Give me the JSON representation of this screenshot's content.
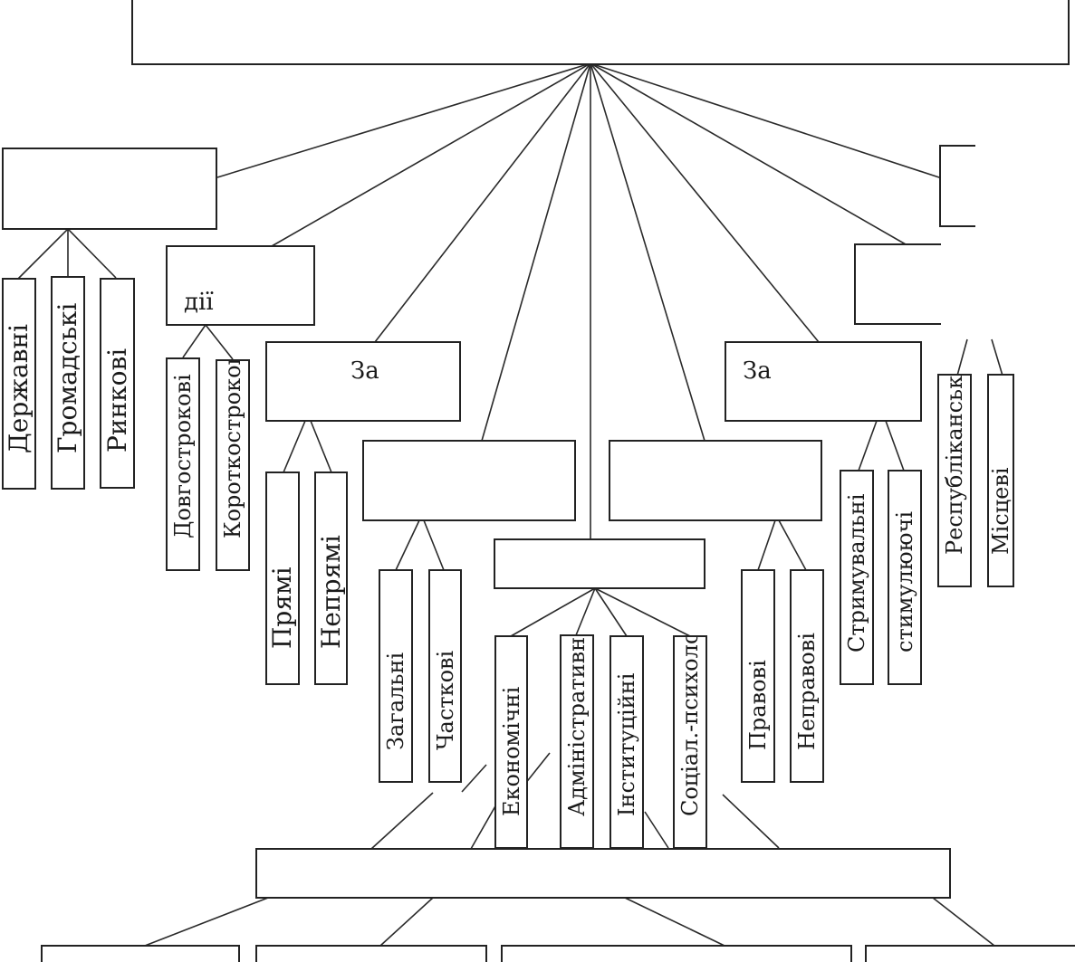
{
  "categories": {
    "action_duration": {
      "tail": "дії"
    },
    "direct_effect": {
      "head": "За"
    },
    "stimulus_effect": {
      "head": "За"
    }
  },
  "leaves": {
    "state": "Державні",
    "public": "Громадські",
    "market": "Ринкові",
    "long_term": "Довгострокові",
    "short_term": "Короткострокові",
    "direct": "Прямі",
    "indirect": "Непрямі",
    "general": "Загальні",
    "partial": "Часткові",
    "economic": "Економічні",
    "administrative": "Адміністративні",
    "institutional": "Інституційні",
    "socio_psych": "Соціал.-психолог.",
    "legal": "Правові",
    "non_legal": "Неправові",
    "restraining": "Стримувальні",
    "stimulating": "стимулюючі",
    "republican": "Республіканські",
    "local": "Місцеві"
  }
}
